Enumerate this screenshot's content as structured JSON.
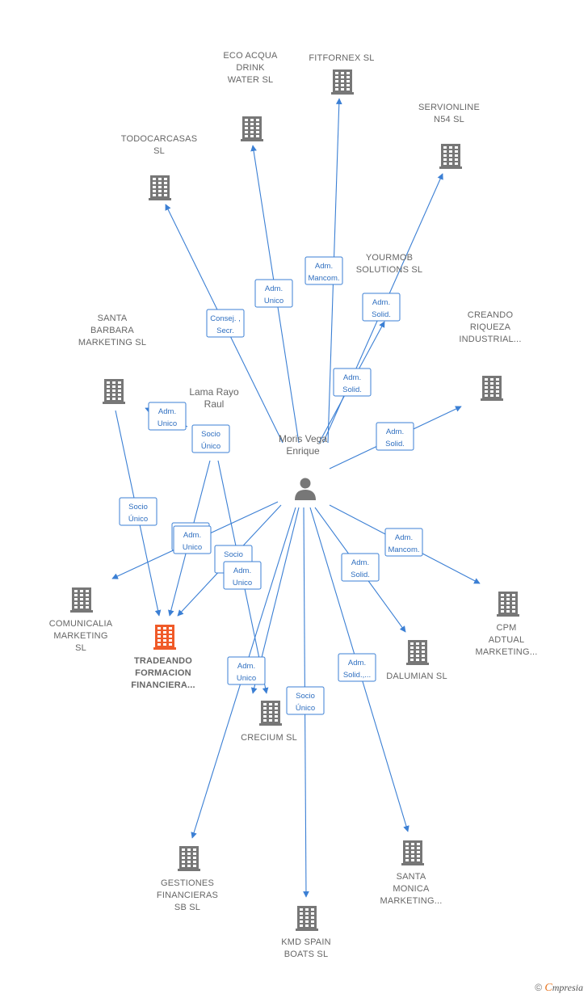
{
  "colors": {
    "edge": "#3b7fd4",
    "building": "#777777",
    "focus_building": "#f05a28",
    "label": "#666666"
  },
  "people": [
    {
      "id": "moris",
      "lines": [
        "Moris Vega",
        "Enrique"
      ],
      "icon": "person-icon"
    },
    {
      "id": "lama",
      "lines": [
        "Lama Rayo",
        "Raul"
      ],
      "icon": ""
    }
  ],
  "companies": [
    {
      "id": "fitfornex",
      "lines": [
        "FITFORNEX  SL"
      ],
      "focus": false
    },
    {
      "id": "eco_acqua",
      "lines": [
        "ECO ACQUA",
        "DRINK",
        "WATER  SL"
      ],
      "focus": false
    },
    {
      "id": "servionline",
      "lines": [
        "SERVIONLINE",
        "N54  SL"
      ],
      "focus": false
    },
    {
      "id": "todocarcasas",
      "lines": [
        "TODOCARCASAS",
        "SL"
      ],
      "focus": false
    },
    {
      "id": "yourmob",
      "lines": [
        "YOURMOB",
        "SOLUTIONS  SL"
      ],
      "focus": false
    },
    {
      "id": "creando",
      "lines": [
        "CREANDO",
        "RIQUEZA",
        "INDUSTRIAL..."
      ],
      "focus": false
    },
    {
      "id": "santa_barbara",
      "lines": [
        "SANTA",
        "BARBARA",
        "MARKETING SL"
      ],
      "focus": false
    },
    {
      "id": "comunicalia",
      "lines": [
        "COMUNICALIA",
        "MARKETING",
        "SL"
      ],
      "focus": false
    },
    {
      "id": "tradeando",
      "lines": [
        "TRADEANDO",
        "FORMACION",
        "FINANCIERA..."
      ],
      "focus": true
    },
    {
      "id": "cpm",
      "lines": [
        "CPM",
        "ADTUAL",
        "MARKETING..."
      ],
      "focus": false
    },
    {
      "id": "dalumian",
      "lines": [
        "DALUMIAN  SL"
      ],
      "focus": false
    },
    {
      "id": "crecium",
      "lines": [
        "CRECIUM  SL"
      ],
      "focus": false
    },
    {
      "id": "gestiones",
      "lines": [
        "GESTIONES",
        "FINANCIERAS",
        "SB  SL"
      ],
      "focus": false
    },
    {
      "id": "santa_monica",
      "lines": [
        "SANTA",
        "MONICA",
        "MARKETING..."
      ],
      "focus": false
    },
    {
      "id": "kmd",
      "lines": [
        "KMD SPAIN",
        "BOATS  SL"
      ],
      "focus": false
    }
  ],
  "relations": [
    {
      "from": "moris",
      "to": "fitfornex",
      "lines": [
        "Adm.",
        "Mancom."
      ]
    },
    {
      "from": "moris",
      "to": "eco_acqua",
      "lines": [
        "Adm.",
        "Unico"
      ]
    },
    {
      "from": "moris",
      "to": "todocarcasas",
      "lines": [
        "Consej. ,",
        "Secr."
      ]
    },
    {
      "from": "moris",
      "to": "servionline",
      "lines": [
        "Adm.",
        "Solid."
      ]
    },
    {
      "from": "moris",
      "to": "yourmob",
      "lines": [
        "Adm.",
        "Solid."
      ]
    },
    {
      "from": "moris",
      "to": "creando",
      "lines": [
        "Adm.",
        "Solid."
      ]
    },
    {
      "from": "lama",
      "to": "santa_barbara",
      "lines": [
        "Adm.",
        "Unico"
      ]
    },
    {
      "from": "lama",
      "to": "tradeando",
      "lines": [
        "Socio",
        "Único"
      ]
    },
    {
      "from": "santa_barbara",
      "to": "tradeando",
      "lines": [
        "Socio",
        "Único"
      ]
    },
    {
      "from": "moris",
      "to": "comunicalia",
      "lines": [
        "Adm.",
        "Unico"
      ]
    },
    {
      "from": "moris",
      "to": "tradeando",
      "lines": [
        "Adm.",
        "Unico"
      ]
    },
    {
      "from": "lama",
      "to": "crecium",
      "lines": [
        "Socio",
        "Único"
      ]
    },
    {
      "from": "moris",
      "to": "crecium",
      "lines": [
        "Adm.",
        "Unico"
      ]
    },
    {
      "from": "moris",
      "to": "cpm",
      "lines": [
        "Adm.",
        "Mancom."
      ]
    },
    {
      "from": "moris",
      "to": "dalumian",
      "lines": [
        "Adm.",
        "Solid."
      ]
    },
    {
      "from": "moris",
      "to": "gestiones",
      "lines": [
        "Adm.",
        "Unico"
      ]
    },
    {
      "from": "moris",
      "to": "kmd",
      "lines": [
        "Socio",
        "Único"
      ]
    },
    {
      "from": "moris",
      "to": "santa_monica",
      "lines": [
        "Adm.",
        "Solid.,..."
      ]
    }
  ],
  "footer": {
    "copyright": "©",
    "brand_initial": "C",
    "brand_rest": "mpresia"
  }
}
